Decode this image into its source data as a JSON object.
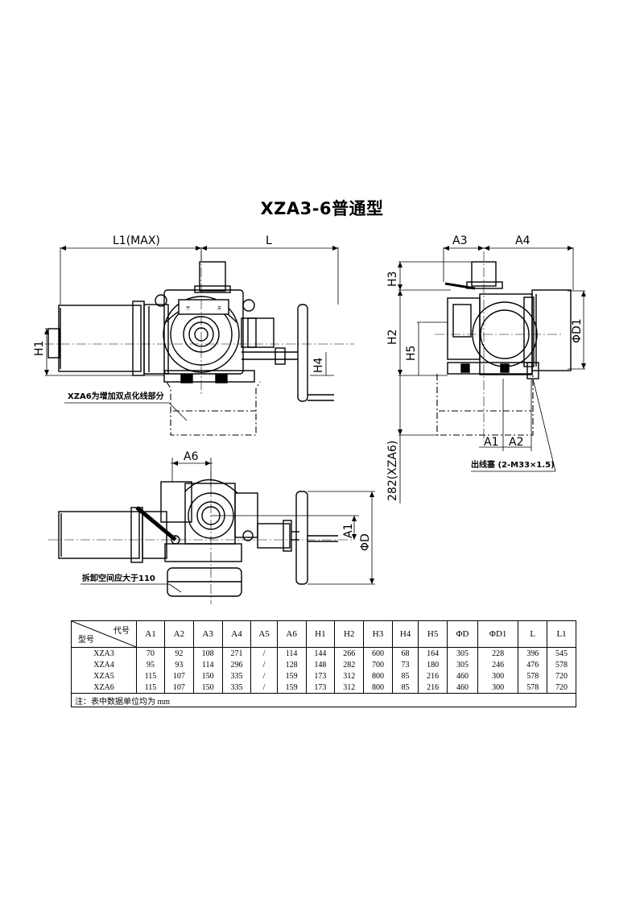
{
  "title": "XZA3-6普通型",
  "dimensions": {
    "front": {
      "l1max": "L1(MAX)",
      "l": "L",
      "h1": "H1",
      "h4": "H4"
    },
    "side": {
      "a3": "A3",
      "a4": "A4",
      "h3": "H3",
      "h2": "H2",
      "h5": "H5",
      "d1": "ΦD1",
      "a1": "A1",
      "a2": "A2",
      "h282": "282(XZA6)"
    },
    "top": {
      "a6": "A6",
      "a1": "A1",
      "d": "ΦD"
    },
    "notes": {
      "xza6_part": "XZA6为增加双点化线部分",
      "cable_plug": "出线塞 (2-M33×1.5)",
      "disassembly": "拆卸空间应大于110"
    },
    "indicator": {
      "open": "开",
      "close": "关"
    }
  },
  "table": {
    "corner_top": "代号",
    "corner_bottom": "型号",
    "headers": [
      "A1",
      "A2",
      "A3",
      "A4",
      "A5",
      "A6",
      "H1",
      "H2",
      "H3",
      "H4",
      "H5",
      "ΦD",
      "ΦD1",
      "L",
      "L1"
    ],
    "rows": [
      {
        "model": "XZA3",
        "values": [
          "70",
          "92",
          "108",
          "271",
          "/",
          "114",
          "144",
          "266",
          "600",
          "68",
          "164",
          "305",
          "228",
          "396",
          "545"
        ]
      },
      {
        "model": "XZA4",
        "values": [
          "95",
          "93",
          "114",
          "296",
          "/",
          "128",
          "148",
          "282",
          "700",
          "73",
          "180",
          "305",
          "246",
          "476",
          "578"
        ]
      },
      {
        "model": "XZA5",
        "values": [
          "115",
          "107",
          "150",
          "335",
          "/",
          "159",
          "173",
          "312",
          "800",
          "85",
          "216",
          "460",
          "300",
          "578",
          "720"
        ]
      },
      {
        "model": "XZA6",
        "values": [
          "115",
          "107",
          "150",
          "335",
          "/",
          "159",
          "173",
          "312",
          "800",
          "85",
          "216",
          "460",
          "300",
          "578",
          "720"
        ]
      }
    ],
    "note": "注：表中数据单位均为 mm"
  }
}
